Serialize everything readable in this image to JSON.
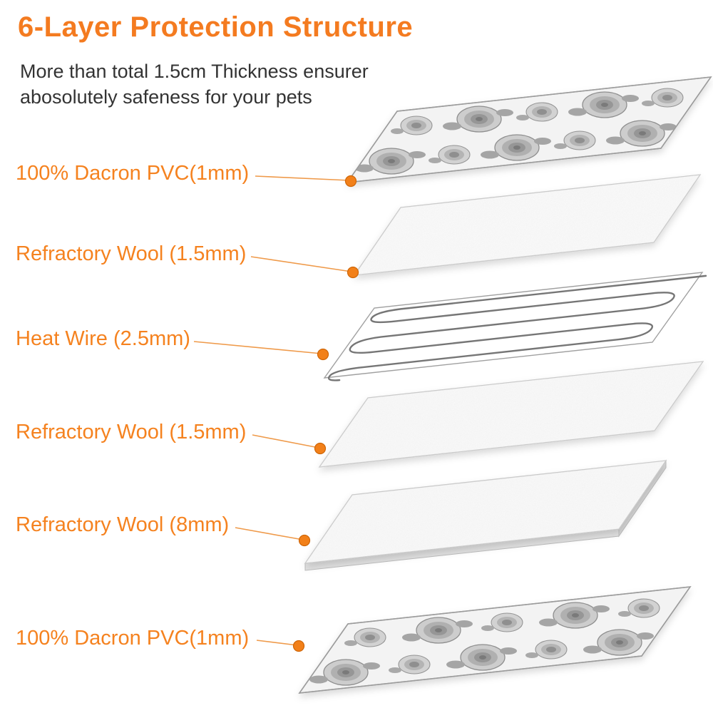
{
  "header": {
    "title": "6-Layer Protection Structure",
    "subtitle_line1": "More than total 1.5cm Thickness ensurer",
    "subtitle_line2": "abosolutely safeness for your pets"
  },
  "layers": [
    {
      "label": "100% Dacron PVC(1mm)",
      "material": "dacron-pvc-floral"
    },
    {
      "label": "Refractory Wool (1.5mm)",
      "material": "refractory-wool"
    },
    {
      "label": "Heat Wire (2.5mm)",
      "material": "heat-wire"
    },
    {
      "label": "Refractory Wool (1.5mm)",
      "material": "refractory-wool"
    },
    {
      "label": "Refractory Wool (8mm)",
      "material": "refractory-wool"
    },
    {
      "label": "100% Dacron PVC(1mm)",
      "material": "dacron-pvc-floral"
    }
  ],
  "colors": {
    "accent_orange": "#f47b20",
    "label_orange": "#f5821f",
    "leader_line": "#ef9a4a",
    "dot_fill": "#f28019",
    "text_dark": "#333333",
    "sheet_outline": "#9b9b9b"
  }
}
